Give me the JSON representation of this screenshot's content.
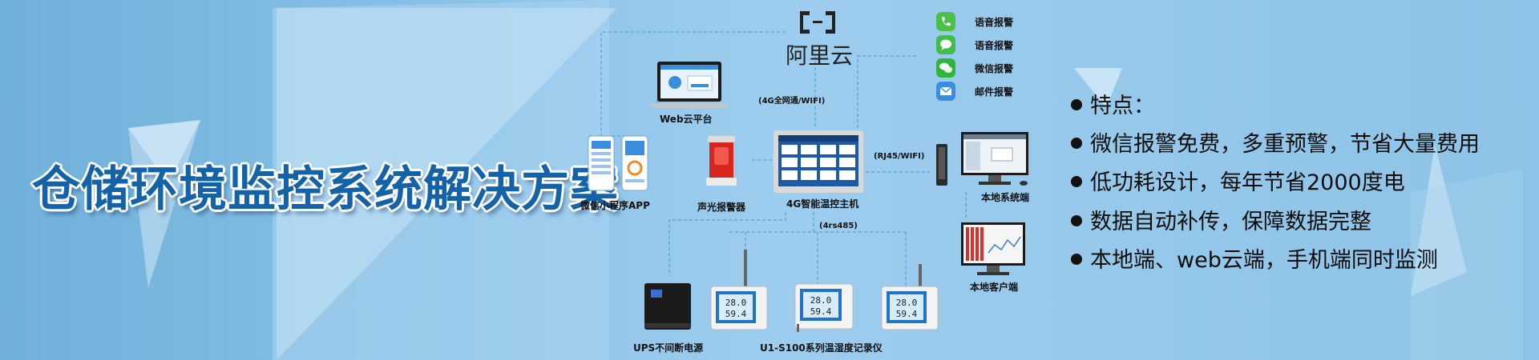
{
  "title": "仓储环境监控系统解决方案",
  "cloud": {
    "name": "阿里云"
  },
  "labels": {
    "web_platform": "Web云平台",
    "network_4g": "(4G全网通/WIFI)",
    "mini_app": "微信小程序APP",
    "siren": "声光报警器",
    "host": "4G智能温控主机",
    "rj45": "(RJ45/WIFI)",
    "local_system": "本地系统端",
    "local_client": "本地客户端",
    "rs485": "(4rs485)",
    "ups": "UPS不间断电源",
    "recorder": "U1-S100系列温湿度记录仪"
  },
  "alarms": [
    {
      "label": "语音报警",
      "icon": "phone-icon",
      "color": "#4cc04a"
    },
    {
      "label": "语音报警",
      "icon": "chat-bubble-icon",
      "color": "#3fbf4a"
    },
    {
      "label": "微信报警",
      "icon": "wechat-icon",
      "color": "#2fb63a"
    },
    {
      "label": "邮件报警",
      "icon": "mail-icon",
      "color": "#3a8ee0"
    }
  ],
  "features": [
    "特点：",
    "微信报警免费，多重预警，节省大量费用",
    "低功耗设计，每年节省2000度电",
    "数据自动补传，保障数据完整",
    "本地端、web云端，手机端同时监测"
  ],
  "device_screens": {
    "temp": "28.0",
    "humi": "59.4"
  },
  "colors": {
    "title": "#1463a8",
    "background": "#7fb8dc",
    "line": "#5a9fd0"
  }
}
